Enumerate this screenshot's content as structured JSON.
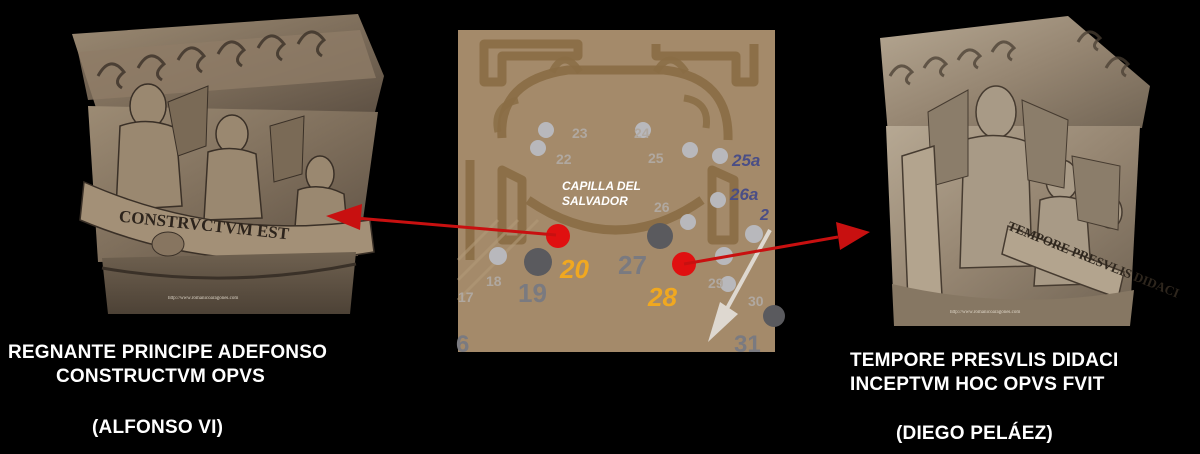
{
  "left": {
    "caption_line1": "REGNANTE PRINCIPE ADEFONSO",
    "caption_line2": "CONSTRUCTVM OPVS",
    "caption_name": "(ALFONSO VI)",
    "carved_inscription": "CONSTRVCTVM EST",
    "watermark": "http://www.romanicoaragones.com"
  },
  "right": {
    "caption_line1": "TEMPORE PRESVLIS DIDACI",
    "caption_line2": "INCEPTVM HOC OPVS FVIT",
    "caption_name": "(DIEGO PELÁEZ)",
    "carved_inscription": "TEMPORE PRESVLIS DIDACI",
    "watermark": "http://www.romanicoaragones.com"
  },
  "plan": {
    "chapel_label_line1": "CAPILLA DEL",
    "chapel_label_line2": "SALVADOR",
    "numbers": {
      "n17": "17",
      "n18": "18",
      "n19": "19",
      "n20": "20",
      "n22": "22",
      "n23": "23",
      "n24": "24",
      "n25": "25",
      "n25a": "25a",
      "n26": "26",
      "n26a": "26a",
      "n27": "27",
      "n28": "28",
      "n29": "29",
      "n30": "30",
      "n31": "31",
      "n2x": "2",
      "n6": "6"
    }
  },
  "colors": {
    "plan_bg": "#a48a6a",
    "plan_wall": "#8a6d45",
    "highlight_number": "#f0a820",
    "marker_red": "#e01010",
    "arrow_red": "#c81010",
    "column_light": "#b8b8bc",
    "column_dark": "#5a5a5e",
    "label_blue": "#4a4e86"
  }
}
